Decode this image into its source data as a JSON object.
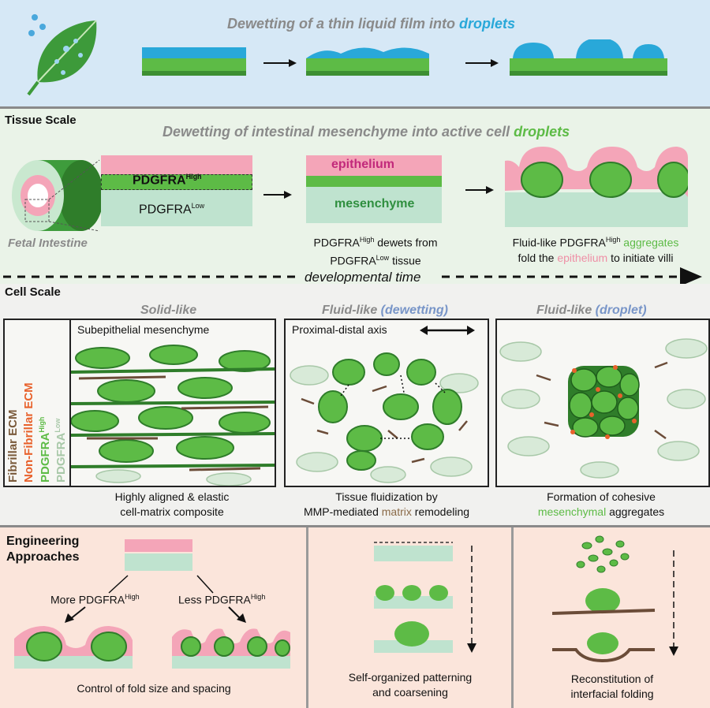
{
  "top": {
    "title_prefix": "Dewetting of a thin liquid film into ",
    "title_accent": "droplets"
  },
  "tissue": {
    "scale_label": "Tissue Scale",
    "title_prefix": "Dewetting of intestinal mesenchyme into active cell ",
    "title_accent": "droplets",
    "fetal_label": "Fetal Intestine",
    "high_label": "PDGFRA",
    "high_sup": "High",
    "low_label": "PDGFRA",
    "low_sup": "Low",
    "epithelium": "epithelium",
    "mesenchyme": "mesenchyme",
    "cap2_l1a": "PDGFRA",
    "cap2_l1sup": "High",
    "cap2_l1b": " dewets from",
    "cap2_l2a": "PDGFRA",
    "cap2_l2sup": "Low",
    "cap2_l2b": " tissue",
    "cap3_l1a": "Fluid-like PDGFRA",
    "cap3_l1sup": "High",
    "cap3_l1b": " aggregates",
    "cap3_l2a": "fold the ",
    "cap3_l2b": "epithelium",
    "cap3_l2c": " to initiate villi",
    "timeline": "developmental time"
  },
  "cell": {
    "scale_label": "Cell Scale",
    "col1_title": "Solid-like",
    "col2_title_a": "Fluid-like ",
    "col2_title_b": "(dewetting)",
    "col3_title_a": "Fluid-like ",
    "col3_title_b": "(droplet)",
    "box1_label": "Subepithelial mesenchyme",
    "box2_label": "Proximal-distal axis",
    "legend": {
      "fibrillar": "Fibrillar ECM",
      "nonfibrillar": "Non-Fibrillar ECM",
      "high": "PDGFRA",
      "high_sup": "High",
      "low": "PDGFRA",
      "low_sup": "Low"
    },
    "cap1_l1": "Highly aligned & elastic",
    "cap1_l2": "cell-matrix composite",
    "cap2_l1": "Tissue fluidization by",
    "cap2_l2a": "MMP-mediated ",
    "cap2_l2b": "matrix",
    "cap2_l2c": " remodeling",
    "cap3_l1": "Formation of cohesive",
    "cap3_l2a": "mesenchymal",
    "cap3_l2b": " aggregates"
  },
  "engineering": {
    "title_l1": "Engineering",
    "title_l2": "Approaches",
    "more": "More PDGFRA",
    "more_sup": "High",
    "less": "Less PDGFRA",
    "less_sup": "High",
    "cap1": "Control of fold size and spacing",
    "cap2_l1": "Self-organized patterning",
    "cap2_l2": "and coarsening",
    "cap3_l1": "Reconstitution of",
    "cap3_l2": "interfacial folding"
  },
  "colors": {
    "green": "#5dbb46",
    "dark_green": "#2f7d2a",
    "pink": "#f4a5b8",
    "blue": "#29a8d9",
    "mint": "#bfe3cf",
    "brown": "#8a6a48",
    "orange": "#e8622c"
  }
}
